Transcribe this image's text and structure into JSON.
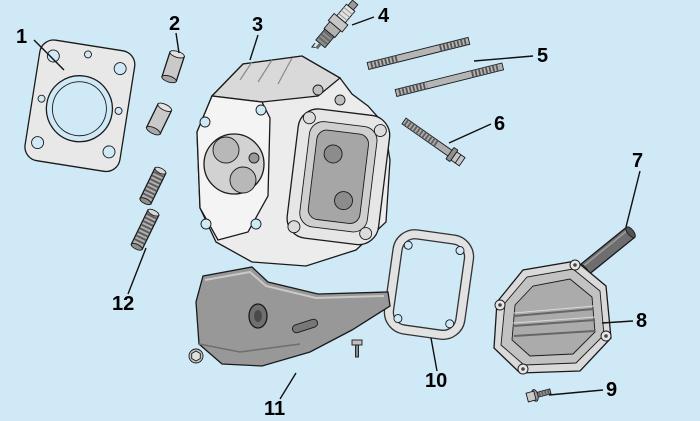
{
  "diagram": {
    "name": "engine-cylinder-head-exploded-view",
    "colors": {
      "background": "#cfe9f6",
      "line": "#1a1a1a"
    },
    "callouts": [
      {
        "label": "1",
        "part": "head-gasket"
      },
      {
        "label": "2",
        "part": "dowel-pin"
      },
      {
        "label": "3",
        "part": "cylinder-head"
      },
      {
        "label": "4",
        "part": "spark-plug"
      },
      {
        "label": "5",
        "part": "stud-bolts"
      },
      {
        "label": "6",
        "part": "flange-bolt"
      },
      {
        "label": "7",
        "part": "dowel-tube"
      },
      {
        "label": "8",
        "part": "valve-cover"
      },
      {
        "label": "9",
        "part": "cover-flange-bolt"
      },
      {
        "label": "10",
        "part": "valve-cover-gasket"
      },
      {
        "label": "11",
        "part": "heat-shield-plate"
      },
      {
        "label": "12",
        "part": "exhaust-studs"
      }
    ]
  }
}
